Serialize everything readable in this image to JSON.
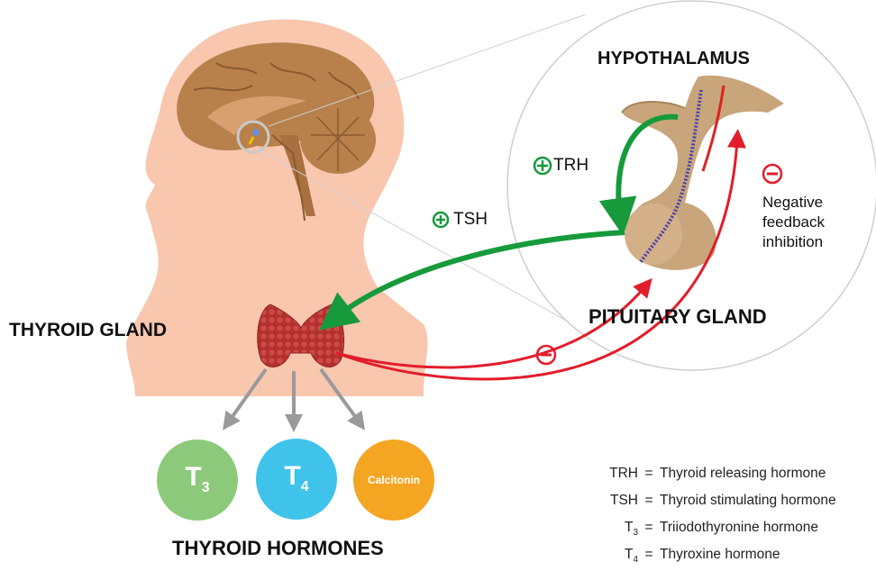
{
  "labels": {
    "hypothalamus": "HYPOTHALAMUS",
    "pituitary_gland": "PITUITARY GLAND",
    "thyroid_gland": "THYROID GLAND",
    "thyroid_hormones": "THYROID HORMONES",
    "trh": "TRH",
    "tsh": "TSH",
    "feedback_line1": "Negative",
    "feedback_line2": "feedback",
    "feedback_line3": "inhibition"
  },
  "hormones": [
    {
      "main": "T",
      "sub": "3",
      "color": "#8cc97a"
    },
    {
      "main": "T",
      "sub": "4",
      "color": "#3fc3ea"
    },
    {
      "main": "Calcitonin",
      "sub": "",
      "color": "#f4a623"
    }
  ],
  "legend": [
    {
      "key": "TRH",
      "sub": "",
      "definition": "Thyroid releasing hormone"
    },
    {
      "key": "TSH",
      "sub": "",
      "definition": "Thyroid stimulating hormone"
    },
    {
      "key": "T",
      "sub": "3",
      "definition": "Triiodothyronine hormone"
    },
    {
      "key": "T",
      "sub": "4",
      "definition": "Thyroxine hormone"
    }
  ],
  "colors": {
    "stimulate": "#179a3c",
    "inhibit": "#e21d2b",
    "skin": "#f8c7ae",
    "brain": "#b8804b",
    "gland": "#c8a57a",
    "thyroid": "#b3302f"
  }
}
